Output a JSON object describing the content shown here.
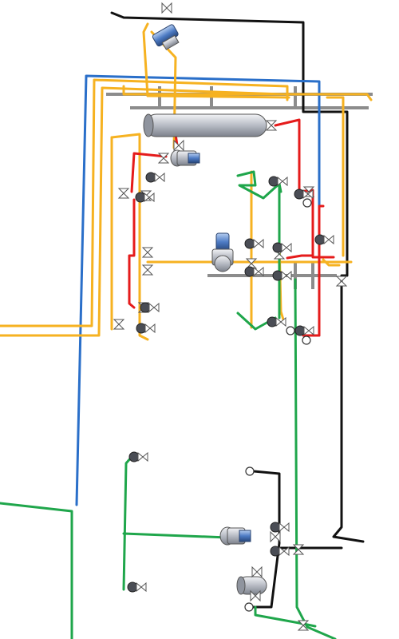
{
  "diagram": {
    "type": "piping-isometric",
    "colors": {
      "black_line": "#111111",
      "blue_line": "#2a6fc9",
      "yellow_line": "#f6b221",
      "green_line": "#1fa64b",
      "red_line": "#e51b1b",
      "rack_gray": "#8c8c8c",
      "equipment_fill": "#c9ccd2",
      "pump_blue": "#4d7bc4"
    },
    "equipment": [
      {
        "name": "horizontal-vessel",
        "icon": "vessel-horizontal"
      },
      {
        "name": "pump-top",
        "icon": "pump"
      },
      {
        "name": "pump-center",
        "icon": "pump-vertical"
      },
      {
        "name": "pump-upper",
        "icon": "pump"
      },
      {
        "name": "pump-lower",
        "icon": "pump"
      },
      {
        "name": "small-vessel-lower",
        "icon": "vessel-small"
      }
    ],
    "pipe_lines": [
      {
        "name": "black-line"
      },
      {
        "name": "blue-line"
      },
      {
        "name": "yellow-line"
      },
      {
        "name": "green-line"
      },
      {
        "name": "red-line"
      }
    ]
  }
}
